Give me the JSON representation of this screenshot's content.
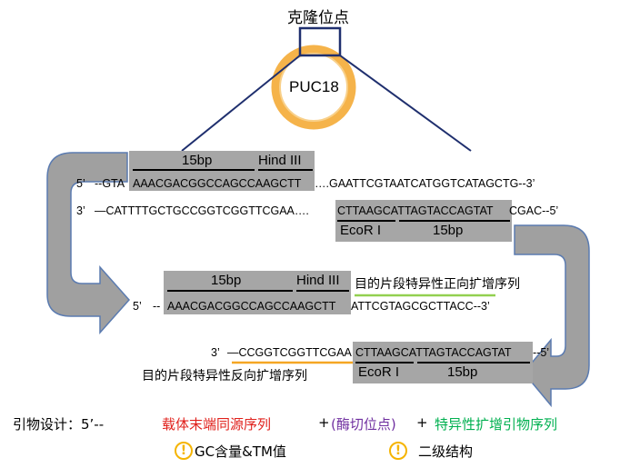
{
  "cloning_site_label": "克隆位点",
  "plasmid_label": "PUC18",
  "top_strand": {
    "prime5": "5’",
    "prefix": "--GTA",
    "boxed": "AAACGACGGCCAGCCAAGCTT",
    "suffix": "….GAATTCGTAATCATGGTCATAGCTG--3’",
    "label_15bp": "15bp",
    "label_enzyme": "Hind III"
  },
  "bottom_strand": {
    "prime3": "3’",
    "prefix": "—CATTTTGCTGCCGGTCGGTTCGAA….",
    "boxed": "CTTAAGCATTAGTACCAGTAT",
    "suffix": "CGAC--5’",
    "label_enzyme": "EcoR I",
    "label_15bp": "15bp"
  },
  "forward_primer": {
    "prime5": "5’",
    "prefix": "--",
    "boxed": "AAACGACGGCCAGCCAAGCTT",
    "suffix": "ATTCGTAGCGCTTACC--3’",
    "label_15bp": "15bp",
    "label_enzyme": "Hind III",
    "description": "目的片段特异性正向扩增序列"
  },
  "reverse_primer": {
    "prime3": "3’",
    "prefix": "—CCGGTCGGTTCGAA",
    "boxed": "CTTAAGCATTAGTACCAGTAT",
    "suffix": "--5’",
    "label_enzyme": "EcoR I",
    "label_15bp": "15bp",
    "description": "目的片段特异性反向扩增序列"
  },
  "design": {
    "label": "引物设计：5’--",
    "part_red": "载体末端同源序列",
    "part_purple_plus": "+",
    "part_purple": "(酶切位点)",
    "part_green_plus": "+",
    "part_green": "特异性扩增引物序列",
    "note1": "GC含量&TM值",
    "note2": "二级结构",
    "warn_glyph": "!"
  },
  "colors": {
    "red": "#e0201b",
    "purple": "#7030a0",
    "green": "#00b050",
    "orange": "#f5a623",
    "green_line": "#92d050",
    "navy": "#1f2f6e",
    "grey_box": "#a6a6a6",
    "arrow_fill": "#a0a0a0",
    "arrow_stroke": "#5b7bb0"
  }
}
